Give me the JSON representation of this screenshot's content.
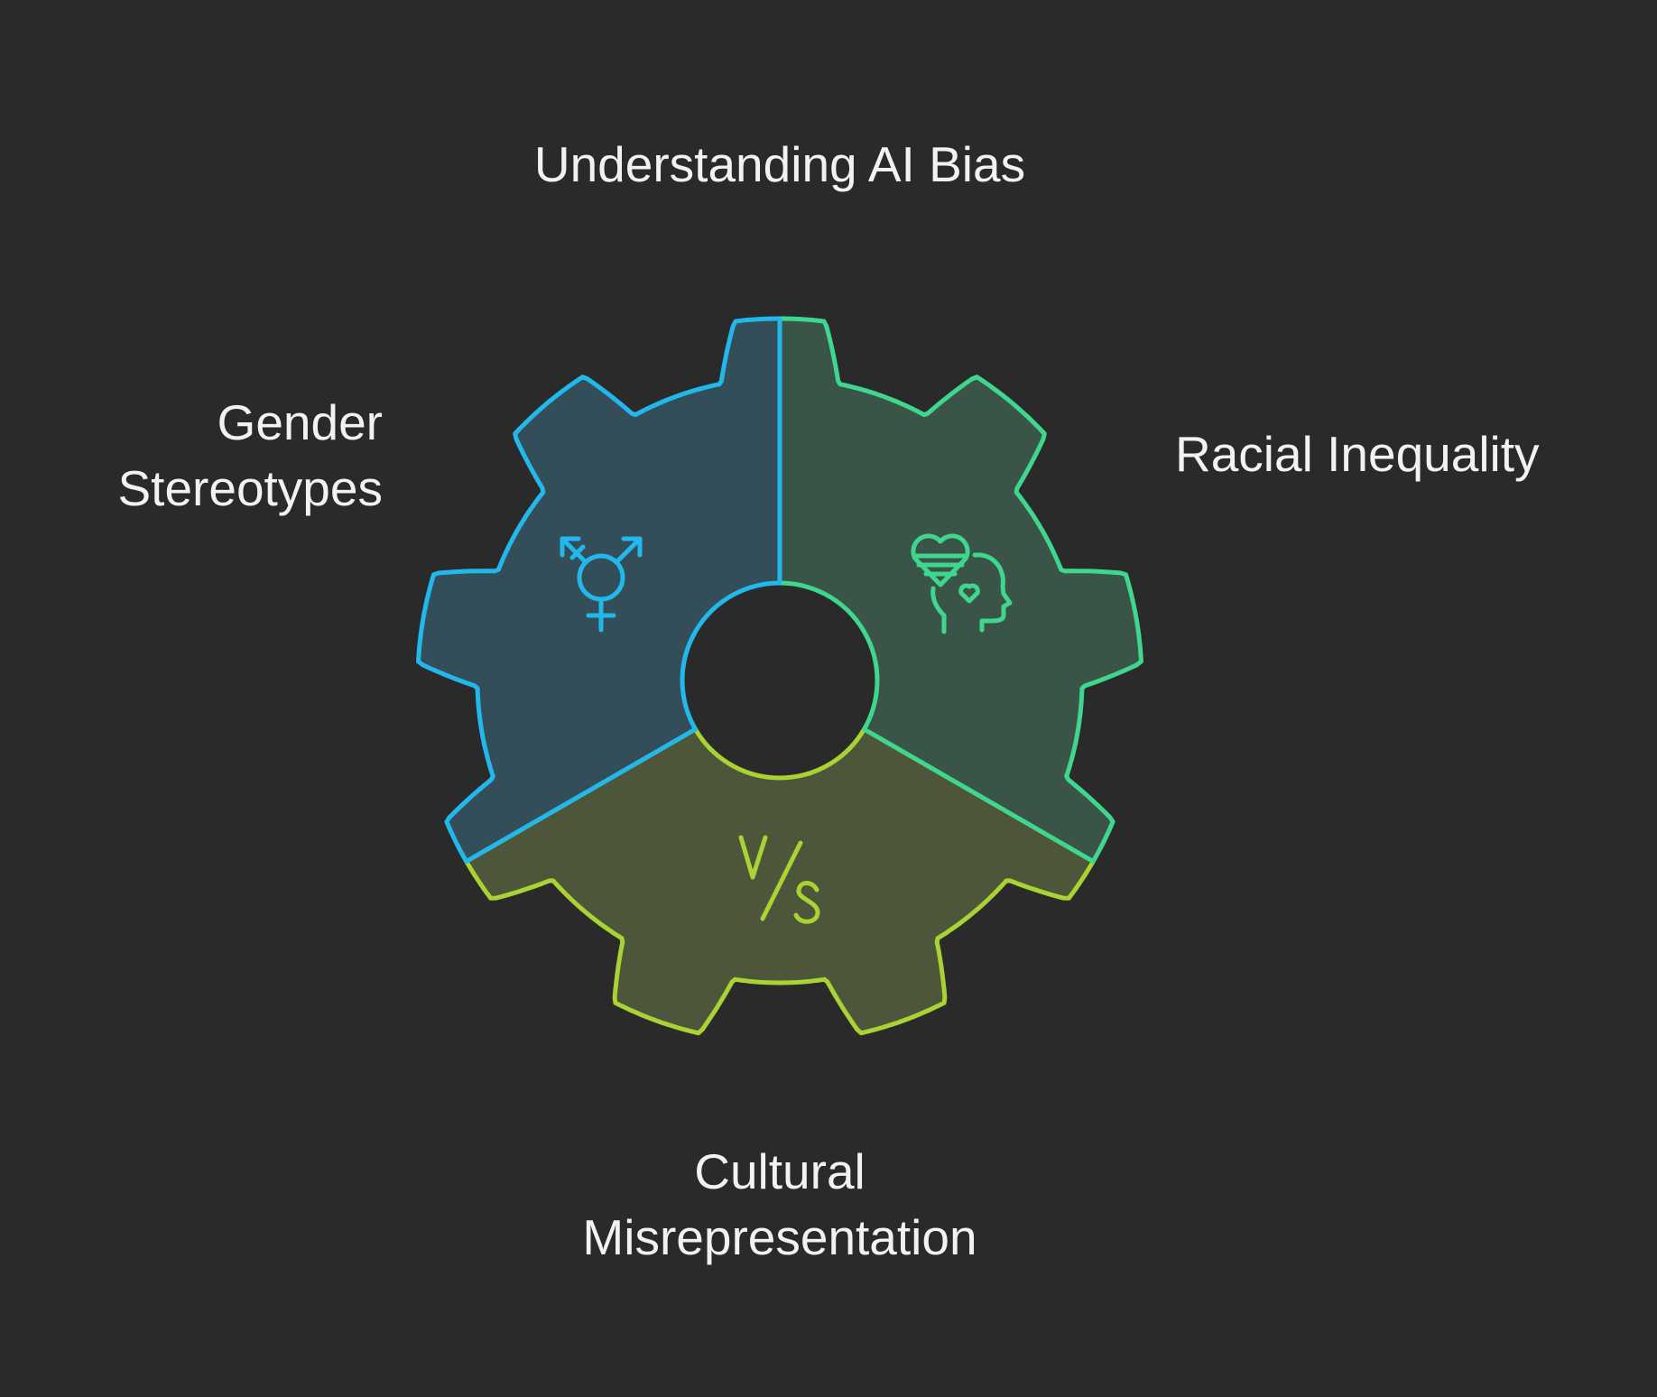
{
  "title": "Understanding AI Bias",
  "segments": [
    {
      "id": "gender",
      "label": "Gender Stereotypes",
      "label_lines": [
        "Gender",
        "Stereotypes"
      ],
      "icon": "transgender-symbol-icon",
      "color": "#22b8ec",
      "fill": "#334e59"
    },
    {
      "id": "racial",
      "label": "Racial Inequality",
      "label_lines": [
        "Racial Inequality"
      ],
      "icon": "heart-head-icon",
      "color": "#3fd68e",
      "fill": "#3a5548"
    },
    {
      "id": "cultural",
      "label": "Cultural Misrepresentation",
      "label_lines": [
        "Cultural",
        "Misrepresentation"
      ],
      "icon": "versus-icon",
      "color": "#a9d233",
      "fill": "#4d553a"
    }
  ],
  "background": "#2a2a2a"
}
